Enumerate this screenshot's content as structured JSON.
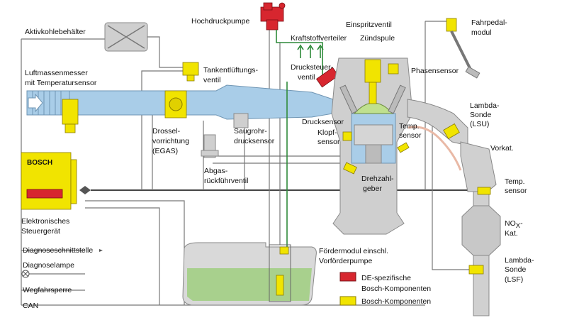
{
  "labels": {
    "hochdruckpumpe": "Hochdruckpumpe",
    "aktivkohlebehaelter": "Aktivkohlebehälter",
    "einspritzventil": "Einspritzventil",
    "kraftstoffverteiler": "Kraftstoffverteiler",
    "zuendspule": "Zündspule",
    "fahrpedalmodul_1": "Fahrpedal-",
    "fahrpedalmodul_2": "modul",
    "luftmassenmesser_1": "Luftmassenmesser",
    "luftmassenmesser_2": "mit Temperatursensor",
    "tankentlueftung_1": "Tankentlüftungs-",
    "tankentlueftung_2": "ventil",
    "drucksteuerventil_1": "Drucksteuer-",
    "drucksteuerventil_2": "ventil",
    "phasensensor": "Phasensensor",
    "lambda_lsu_1": "Lambda-",
    "lambda_lsu_2": "Sonde",
    "lambda_lsu_3": "(LSU)",
    "drosselvorrichtung_1": "Drossel-",
    "drosselvorrichtung_2": "vorrichtung",
    "drosselvorrichtung_3": "(EGAS)",
    "saugrohrdruck_1": "Saugrohr-",
    "saugrohrdruck_2": "drucksensor",
    "drucksensor": "Drucksensor",
    "klopfsensor_1": "Klopf-",
    "klopfsensor_2": "sensor",
    "temp_sensor_1_a": "Temp.",
    "temp_sensor_1_b": "sensor",
    "vorkat": "Vorkat.",
    "abgasrueckfuehr_1": "Abgas-",
    "abgasrueckfuehr_2": "rückführventil",
    "drehzahlgeber_1": "Drehzahl-",
    "drehzahlgeber_2": "geber",
    "temp_sensor_2_a": "Temp.",
    "temp_sensor_2_b": "sensor",
    "steuergeraet_1": "Elektronisches",
    "steuergeraet_2": "Steuergerät",
    "nox_kat_1": "NO",
    "nox_kat_sub": "X",
    "nox_kat_2": "-",
    "nox_kat_3": "Kat.",
    "diagnoseschnittstelle": "Diagnoseschnittstelle",
    "diagnoselampe": "Diagnoselampe",
    "foerdermodul_1": "Fördermodul einschl.",
    "foerdermodul_2": "Vorförderpumpe",
    "lambda_lsf_1": "Lambda-",
    "lambda_lsf_2": "Sonde",
    "lambda_lsf_3": "(LSF)",
    "wegfahrsperre": "Wegfahrsperre",
    "can": "CAN",
    "bosch_brand": "BOSCH"
  },
  "legend": {
    "red_label_1": "DE-spezifische",
    "red_label_2": "Bosch-Komponenten",
    "yellow_label": "Bosch-Komponenten",
    "red_color": "#d7262f",
    "yellow_color": "#f1e400"
  },
  "colors": {
    "intake_blue": "#a9cde8",
    "fuel_green": "#2f8a3a",
    "tank_green": "#a8d08d",
    "block_gray": "#cfcfcf",
    "exhaust_pink": "#e9b9a6"
  }
}
